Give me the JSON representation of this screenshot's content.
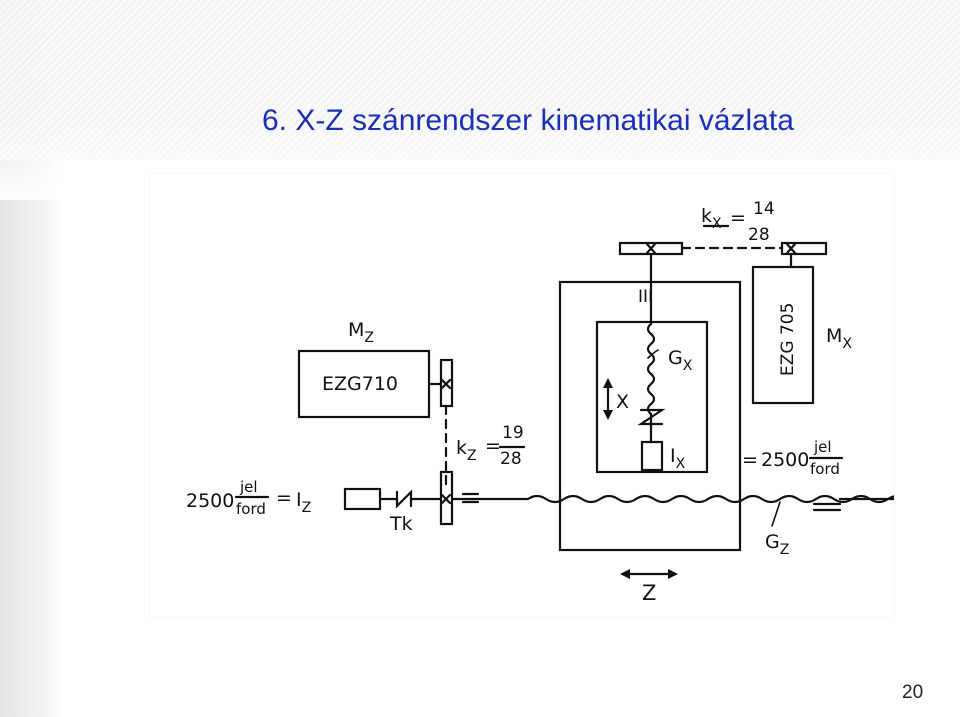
{
  "slide": {
    "title": "6. X-Z szánrendszer kinematikai vázlata",
    "page_number": "20"
  },
  "diagram": {
    "mx_label": "M",
    "mx_sub": "X",
    "mz_label": "M",
    "mz_sub": "Z",
    "motor_x": "EZG 705",
    "motor_z": "EZG710",
    "kx_label": "k",
    "kx_sub": "X",
    "kx_num": "14",
    "kx_den": "28",
    "kz_label": "k",
    "kz_sub": "Z",
    "kz_num": "19",
    "kz_den": "28",
    "gx_label": "G",
    "gx_sub": "X",
    "gz_label": "G",
    "gz_sub": "Z",
    "ix_label": "I",
    "ix_sub": "X",
    "iz_label": "I",
    "iz_sub": "Z",
    "enc_value": "2500",
    "enc_num": "jel",
    "enc_den": "ford",
    "tk_label": "Tk",
    "x_axis": "X",
    "z_axis": "Z",
    "equals": "=",
    "roman_three": "III"
  }
}
